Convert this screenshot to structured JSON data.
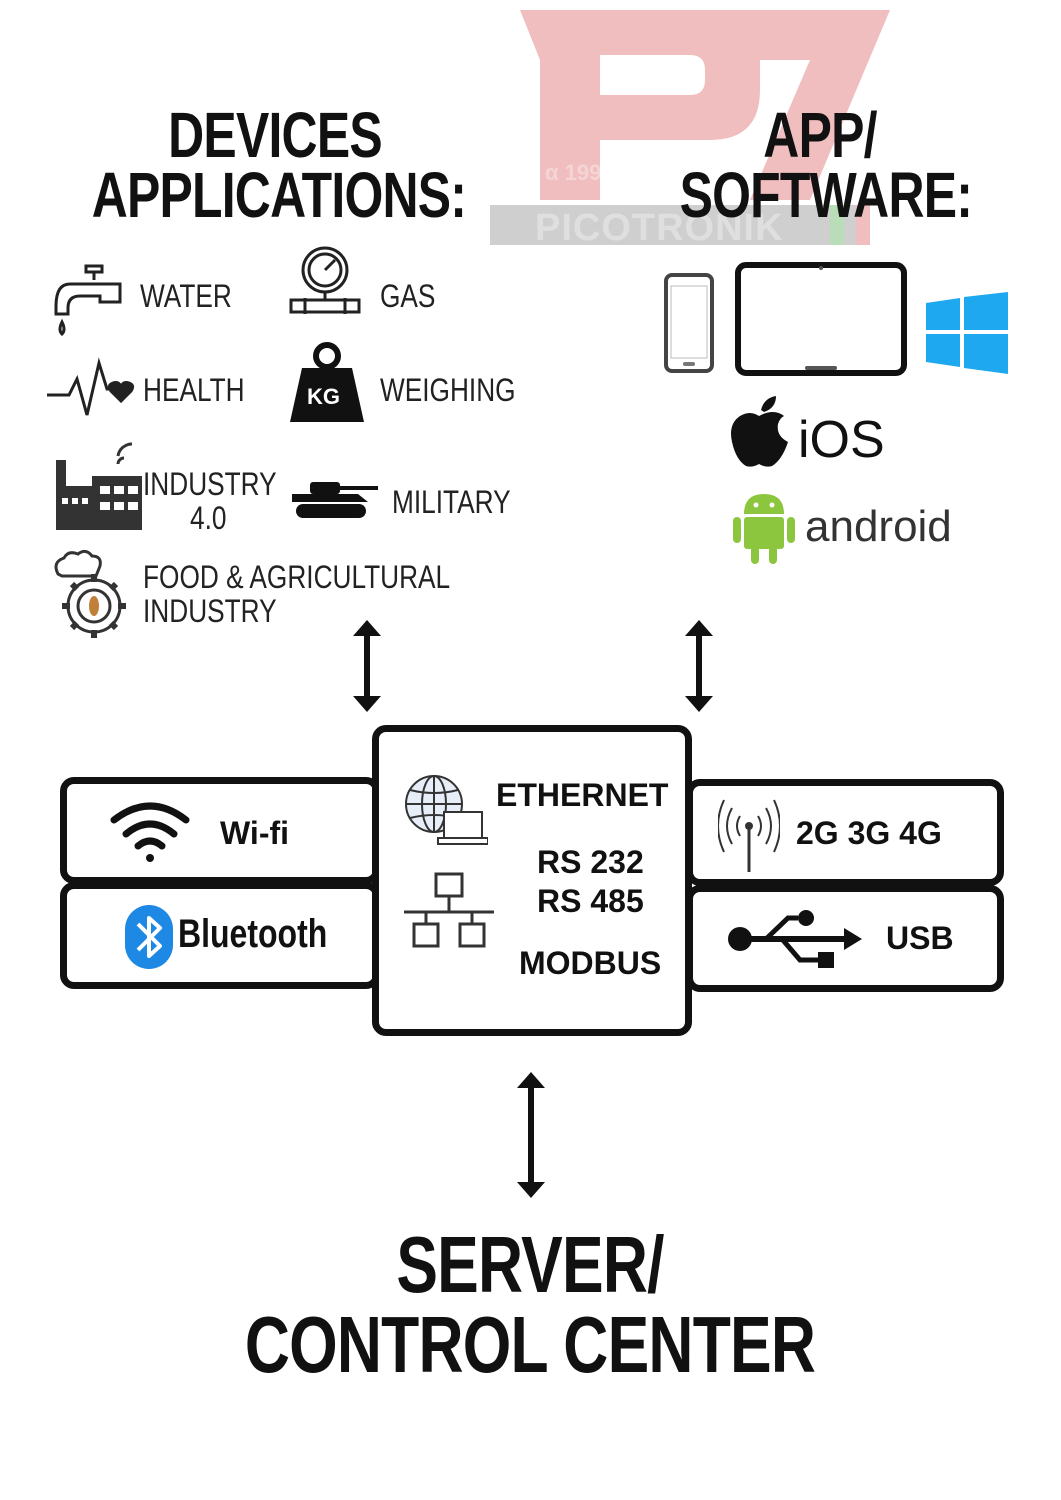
{
  "watermark": {
    "est": "α 1990",
    "brand": "PICOTRONIK"
  },
  "devices": {
    "title_line1": "DEVICES",
    "title_line2": "APPLICATIONS:",
    "items": [
      {
        "label": "WATER",
        "icon": "faucet-icon"
      },
      {
        "label": "GAS",
        "icon": "pressure-gauge-icon"
      },
      {
        "label": "HEALTH",
        "icon": "heartbeat-icon"
      },
      {
        "label": "WEIGHING",
        "icon": "kg-weight-icon",
        "icon_text": "KG"
      },
      {
        "label_line1": "INDUSTRY",
        "label_line2": "4.0",
        "icon": "factory-icon"
      },
      {
        "label": "MILITARY",
        "icon": "tank-icon"
      },
      {
        "label_line1": "FOOD & AGRICULTURAL",
        "label_line2": "INDUSTRY",
        "icon": "food-gear-icon"
      }
    ]
  },
  "software": {
    "title_line1": "APP/",
    "title_line2": "SOFTWARE:",
    "devices": [
      "smartphone-icon",
      "tablet-icon",
      "windows-logo-icon"
    ],
    "ios_label": "iOS",
    "android_label": "android"
  },
  "connectivity": {
    "wifi": "Wi-fi",
    "bluetooth": "Bluetooth",
    "ethernet": "ETHERNET",
    "rs232": "RS 232",
    "rs485": "RS 485",
    "modbus": "MODBUS",
    "cellular": "2G 3G 4G",
    "usb": "USB"
  },
  "server": {
    "title_line1": "SERVER/",
    "title_line2": "CONTROL CENTER"
  },
  "colors": {
    "text": "#111111",
    "watermark_red": "#d9484b",
    "windows_blue": "#1ea8f0",
    "bluetooth_blue": "#1e88e5",
    "android_green": "#8cc63f"
  }
}
